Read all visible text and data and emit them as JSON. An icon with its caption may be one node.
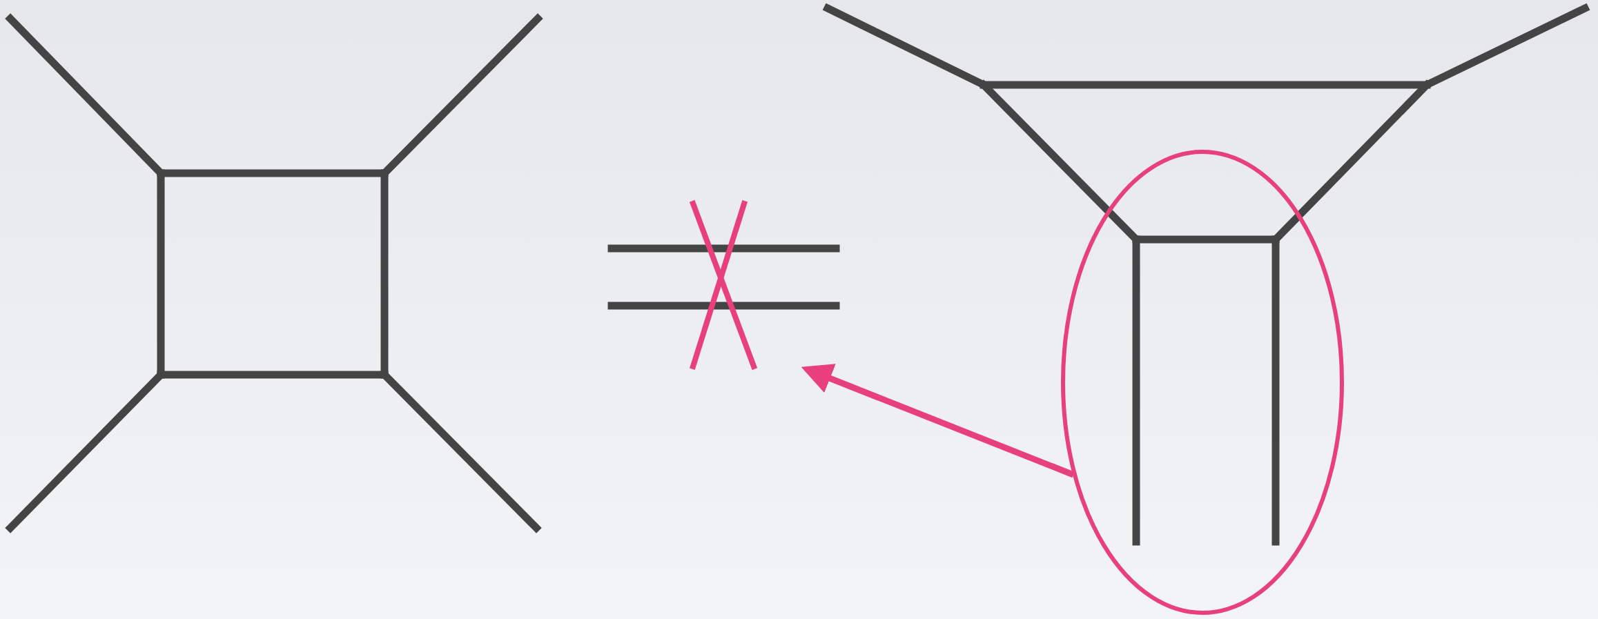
{
  "diagram": {
    "nodes": [
      {
        "text": [],
        "shape": "picture"
      },
      {
        "text": [],
        "shape": "circle"
      }
    ],
    "edges": [
      {
        "from": 1,
        "to": 0,
        "arrow": "to",
        "color": "#e8407a"
      }
    ]
  }
}
